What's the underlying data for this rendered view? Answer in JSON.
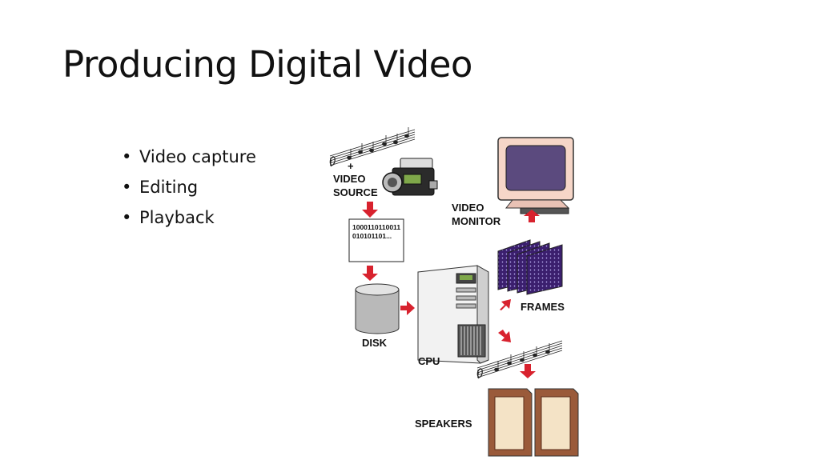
{
  "slide": {
    "title": "Producing Digital Video",
    "bullets": [
      {
        "text": "Video capture"
      },
      {
        "text": "Editing"
      },
      {
        "text": "Playback"
      }
    ]
  },
  "diagram": {
    "labels": {
      "plus": "+",
      "video_source_line1": "VIDEO",
      "video_source_line2": "SOURCE",
      "binary_line1": "1000110110011",
      "binary_line2": "010101101...",
      "disk": "DISK",
      "cpu": "CPU",
      "video_monitor_line1": "VIDEO",
      "video_monitor_line2": "MONITOR",
      "frames": "FRAMES",
      "speakers": "SPEAKERS"
    },
    "colors": {
      "arrow": "#d8222e",
      "monitor_screen": "#5b4a7e",
      "monitor_case": "#f6d6c8",
      "frames": "#3b1f6e",
      "speaker_wood": "#9a5a3a",
      "speaker_cone": "#f4e3c6"
    },
    "icons": [
      "music-notes-icon",
      "video-camera-icon",
      "disk-icon",
      "cpu-tower-icon",
      "monitor-icon",
      "frames-icon",
      "speaker-icon"
    ]
  }
}
